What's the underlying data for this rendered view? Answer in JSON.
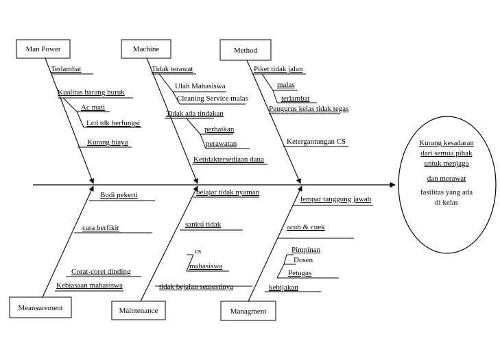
{
  "effect": {
    "lines": [
      "Kurang kesadaran",
      "dari semua pihak",
      "untuk menjaga",
      "dan merawat",
      "fasilitas yang ada",
      "di kelas"
    ]
  },
  "categories": {
    "man_power": "Man Power",
    "machine": "Machine",
    "method": "Method",
    "measurement": "Meansurement",
    "maintenance": "Maintenance",
    "management": "Managment"
  },
  "causes": {
    "man_power": [
      "Terlambat",
      "Kualitas barang buruk",
      "Ac mati",
      "Lcd tdk berfungsi",
      "Kurang biaya"
    ],
    "machine": [
      "Tidak terawat",
      "Ulah Mahasiswa",
      "Cleaning Service malas",
      "Tidak ada tindakan",
      "perbaikan",
      "perawatan",
      "Ketidaktersediaan dana"
    ],
    "method": [
      "Piket tidak jalan",
      "malas",
      "terlambat",
      "Pengurus kelas tidak tegas",
      "Ketergantungan CS"
    ],
    "measurement": [
      "Budi pekerti",
      "cara berfikir",
      "Corat-coret dinding",
      "Kebiasaan mahasiswa"
    ],
    "maintenance": [
      "belajar tidak nyaman",
      "sanksi tidak",
      "cs",
      "mahasiswa",
      "tidak bejalan semestinya"
    ],
    "management": [
      "lempar tanggung jawab",
      "acuh & cuek",
      "Pimpinan",
      "Dosen",
      "Petugas",
      "kebijakan"
    ]
  }
}
